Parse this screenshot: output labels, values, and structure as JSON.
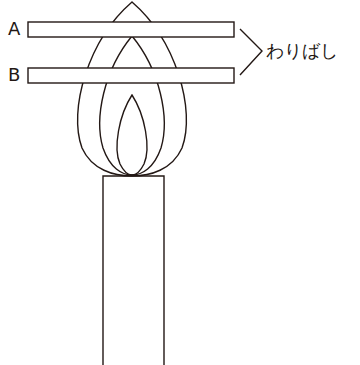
{
  "diagram": {
    "labels": [
      "A",
      "B",
      "わりばし"
    ]
  }
}
